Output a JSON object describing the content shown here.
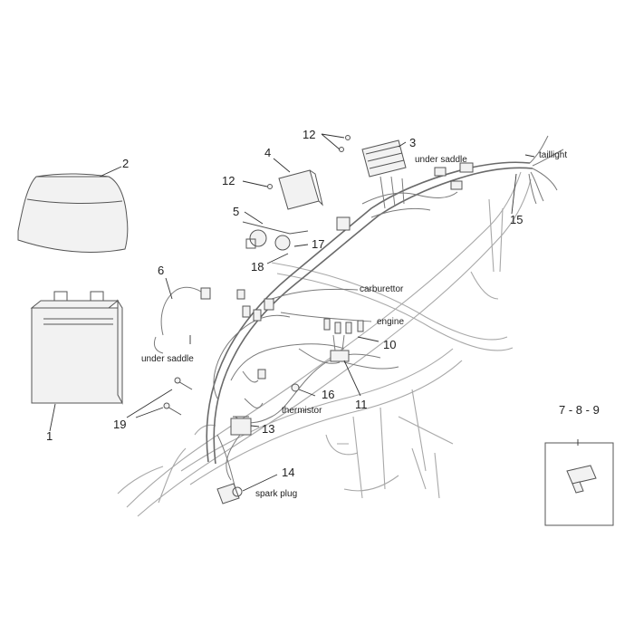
{
  "callouts": {
    "c1": "1",
    "c2": "2",
    "c3": "3",
    "c4": "4",
    "c5": "5",
    "c6": "6",
    "c789": "7 - 8 - 9",
    "c10": "10",
    "c11": "11",
    "c12a": "12",
    "c12b": "12",
    "c13": "13",
    "c14": "14",
    "c15": "15",
    "c16": "16",
    "c17": "17",
    "c18": "18",
    "c19": "19"
  },
  "notes": {
    "under_saddle_top": "under saddle",
    "taillight": "taillight",
    "carburettor": "carburettor",
    "engine": "engine",
    "under_saddle_left": "under saddle",
    "thermistor": "thermistor",
    "spark_plug": "spark plug"
  }
}
